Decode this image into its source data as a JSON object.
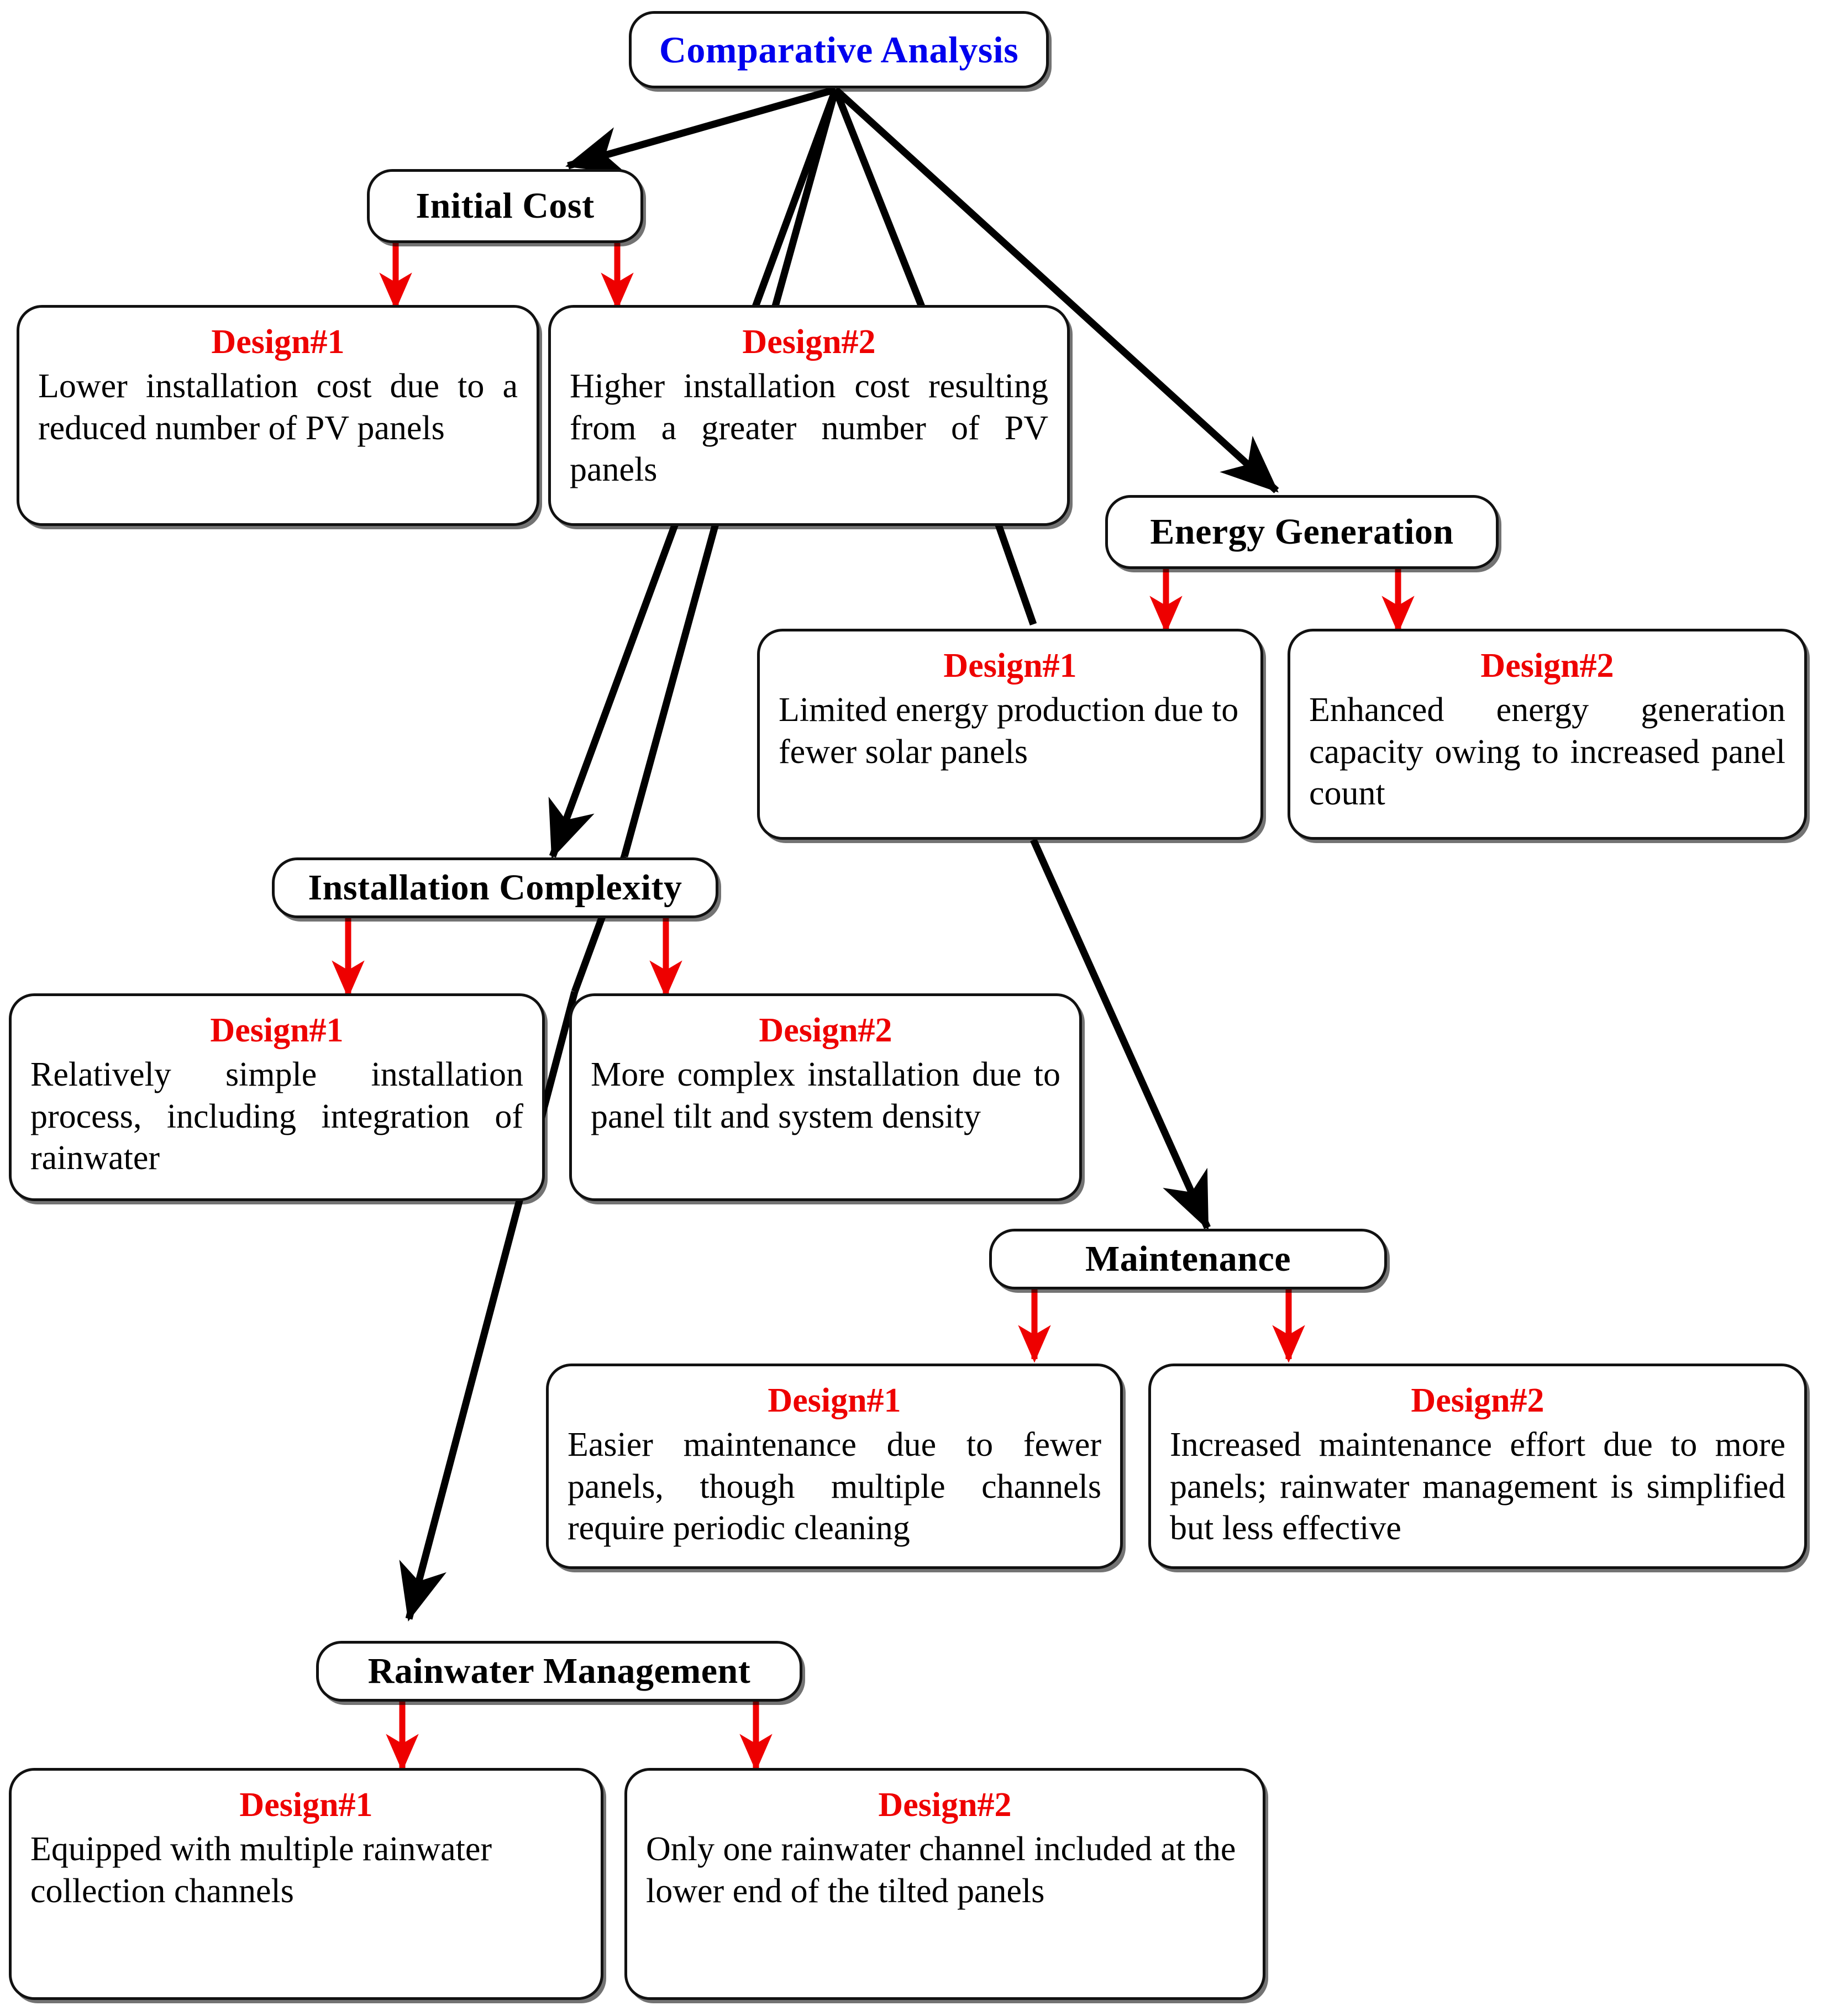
{
  "diagram": {
    "title": "Comparative Analysis",
    "root": {
      "label": "Comparative Analysis",
      "color": "#0000ee"
    },
    "colors": {
      "root_text": "#0000ee",
      "category_text": "#000000",
      "design_title": "#ee0000",
      "body_text": "#000000",
      "box_border": "#111111",
      "red_arrow": "#ee0000",
      "black_arrow": "#000000",
      "background": "#ffffff"
    },
    "categories": [
      {
        "key": "initial-cost",
        "label": "Initial Cost",
        "designs": [
          {
            "title": "Design#1",
            "body": "Lower installation cost due to a reduced number of PV panels"
          },
          {
            "title": "Design#2",
            "body": "Higher installation cost resulting from a greater number of PV panels"
          }
        ]
      },
      {
        "key": "energy-generation",
        "label": "Energy Generation",
        "designs": [
          {
            "title": "Design#1",
            "body": "Limited energy production due to fewer solar panels"
          },
          {
            "title": "Design#2",
            "body": "Enhanced energy generation capacity owing to increased panel count"
          }
        ]
      },
      {
        "key": "installation-complexity",
        "label": "Installation Complexity",
        "designs": [
          {
            "title": "Design#1",
            "body": "Relatively simple installation process, including integration of rainwater"
          },
          {
            "title": "Design#2",
            "body": "More complex installation due to panel tilt and system density"
          }
        ]
      },
      {
        "key": "maintenance",
        "label": "Maintenance",
        "designs": [
          {
            "title": "Design#1",
            "body": "Easier maintenance due to fewer panels, though multiple channels require periodic cleaning"
          },
          {
            "title": "Design#2",
            "body": "Increased maintenance effort due to more panels; rainwater management is simplified but less effective"
          }
        ]
      },
      {
        "key": "rainwater-management",
        "label": "Rainwater Management",
        "designs": [
          {
            "title": "Design#1",
            "body": "Equipped with multiple rainwater collection channels"
          },
          {
            "title": "Design#2",
            "body": "Only one rainwater channel included at the lower end of the tilted panels"
          }
        ]
      }
    ]
  }
}
